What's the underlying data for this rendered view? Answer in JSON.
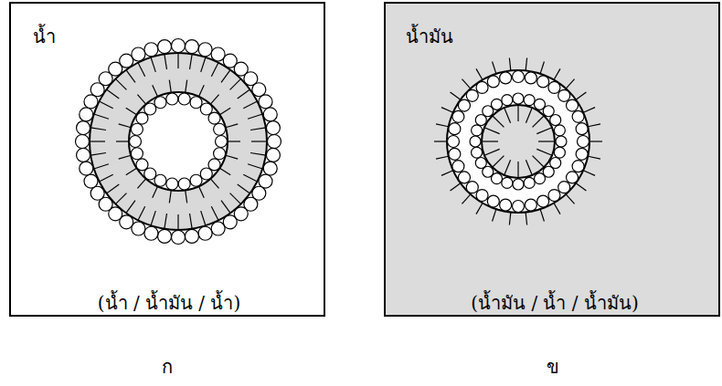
{
  "diagram": {
    "nodes": [
      {
        "text": [
          "น้ำ",
          "(น้ำ / น้ำมัน / น้ำ)"
        ]
      },
      {
        "text": [
          "น้ำมัน",
          "(น้ำมัน / น้ำ / น้ำมัน)"
        ]
      }
    ],
    "labels": [
      "ก",
      "ข"
    ]
  }
}
